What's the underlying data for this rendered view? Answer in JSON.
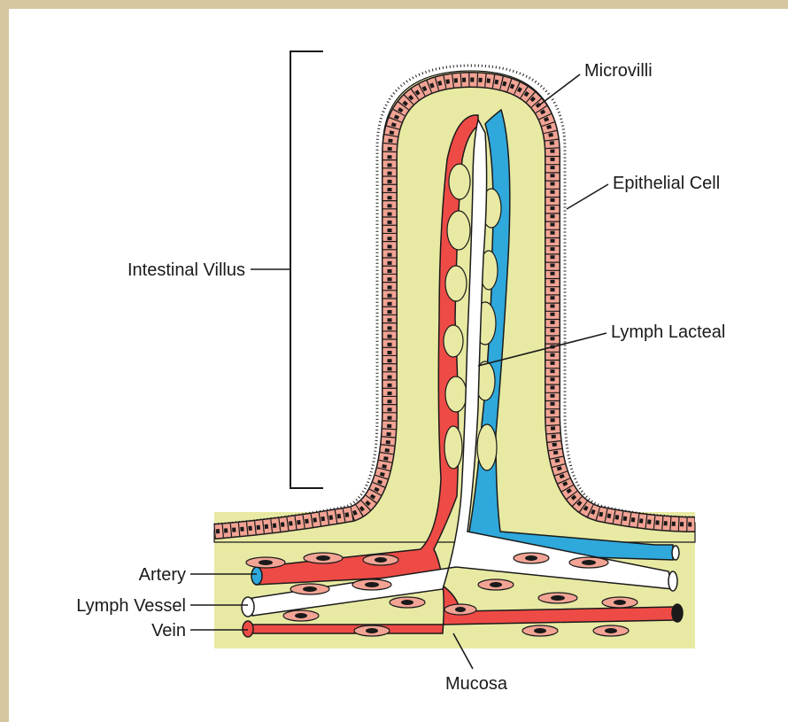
{
  "labels": {
    "microvilli": "Microvilli",
    "epithelial_cell": "Epithelial Cell",
    "intestinal_villus": "Intestinal Villus",
    "lymph_lacteal": "Lymph Lacteal",
    "artery": "Artery",
    "lymph_vessel": "Lymph Vessel",
    "vein": "Vein",
    "mucosa": "Mucosa"
  },
  "colors": {
    "frame": "#d6c7a1",
    "tissue": "#e8eaa3",
    "cell": "#f2a394",
    "cell_outline": "#1a1a1a",
    "artery": "#ee4b46",
    "vein_blue": "#2fa8dc",
    "lymph": "#ffffff"
  }
}
